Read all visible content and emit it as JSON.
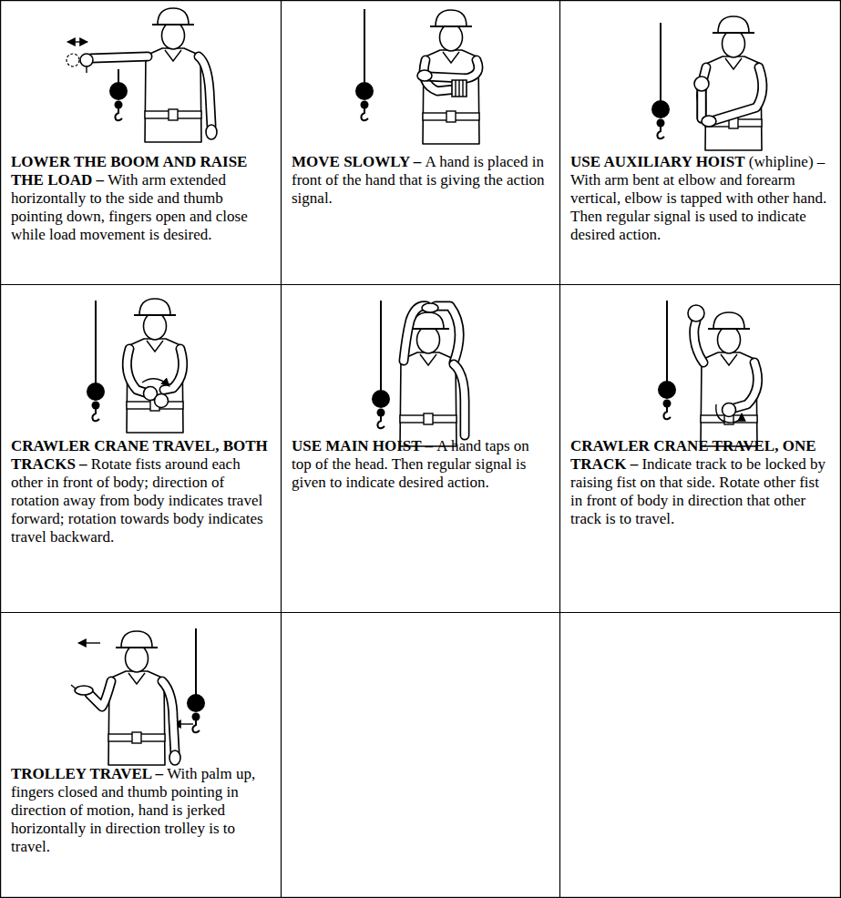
{
  "diagram": {
    "nodes": [
      {
        "text": [
          "LOWER THE BOOM AND RAISE THE LOAD –",
          "With arm extended horizontally to the side and thumb pointing down, fingers open and close while load movement is desired."
        ]
      },
      {
        "text": [
          "MOVE SLOWLY –",
          "A hand is placed in front of the hand that is giving the action signal."
        ]
      },
      {
        "text": [
          "USE AUXILIARY HOIST",
          "(whipline) – With arm bent at elbow and forearm vertical, elbow is tapped with other hand. Then regular signal is used to indicate desired action."
        ]
      },
      {
        "text": [
          "CRAWLER CRANE TRAVEL, BOTH TRACKS –",
          "Rotate fists around each other in front of body; direction of rotation away from body indicates travel forward; rotation towards body indicates travel backward."
        ]
      },
      {
        "text": [
          "USE MAIN HOIST –",
          "A hand taps on top of the head. Then regular signal is given to indicate desired action."
        ]
      },
      {
        "text": [
          "CRAWLER CRANE TRAVEL, ONE TRACK –",
          "Indicate track to be locked by raising fist on that side. Rotate other fist in front of body in direction that other track is to travel."
        ]
      },
      {
        "text": [
          "TROLLEY TRAVEL –",
          "With palm up, fingers closed and thumb pointing in direction of motion, hand is jerked horizontally in direction trolley is to travel."
        ]
      }
    ]
  }
}
